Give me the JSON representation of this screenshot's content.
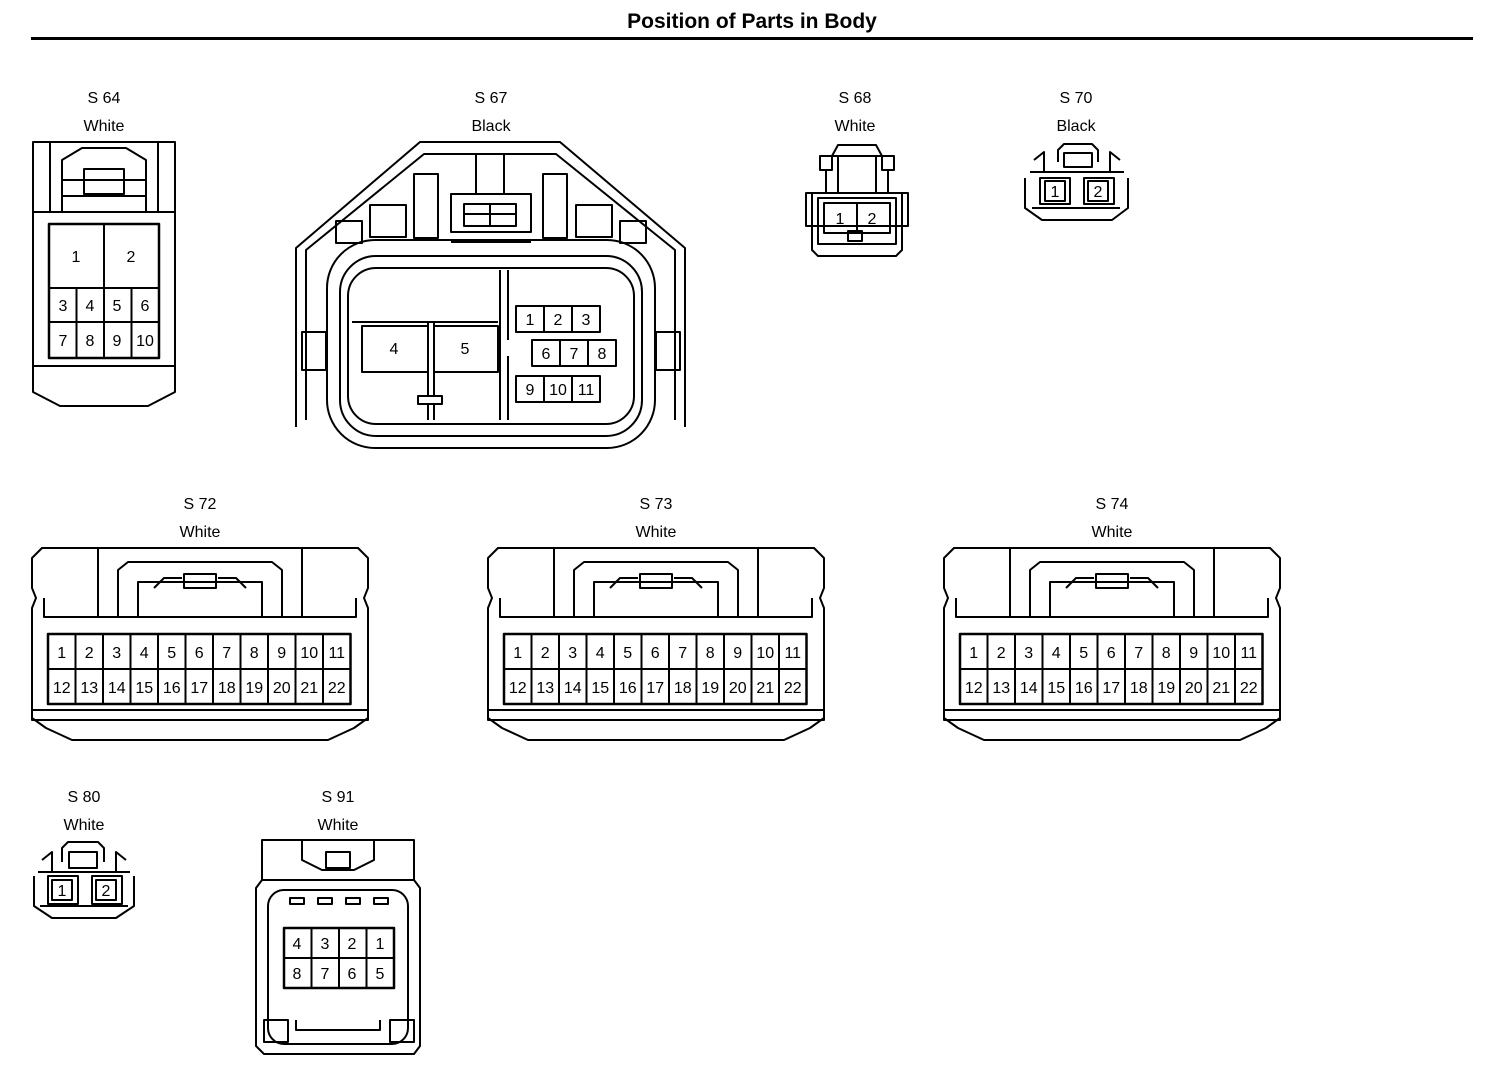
{
  "title": "Position of Parts in Body",
  "connectors": [
    {
      "id": "s64",
      "code": "S 64",
      "color": "White",
      "pins": [
        "1",
        "2",
        "3",
        "4",
        "5",
        "6",
        "7",
        "8",
        "9",
        "10"
      ]
    },
    {
      "id": "s67",
      "code": "S 67",
      "color": "Black",
      "pins": [
        "1",
        "2",
        "3",
        "4",
        "5",
        "6",
        "7",
        "8",
        "9",
        "10",
        "11"
      ]
    },
    {
      "id": "s68",
      "code": "S 68",
      "color": "White",
      "pins": [
        "1",
        "2"
      ]
    },
    {
      "id": "s70",
      "code": "S 70",
      "color": "Black",
      "pins": [
        "1",
        "2"
      ]
    },
    {
      "id": "s72",
      "code": "S 72",
      "color": "White",
      "pins": [
        "1",
        "2",
        "3",
        "4",
        "5",
        "6",
        "7",
        "8",
        "9",
        "10",
        "11",
        "12",
        "13",
        "14",
        "15",
        "16",
        "17",
        "18",
        "19",
        "20",
        "21",
        "22"
      ]
    },
    {
      "id": "s73",
      "code": "S 73",
      "color": "White",
      "pins": [
        "1",
        "2",
        "3",
        "4",
        "5",
        "6",
        "7",
        "8",
        "9",
        "10",
        "11",
        "12",
        "13",
        "14",
        "15",
        "16",
        "17",
        "18",
        "19",
        "20",
        "21",
        "22"
      ]
    },
    {
      "id": "s74",
      "code": "S 74",
      "color": "White",
      "pins": [
        "1",
        "2",
        "3",
        "4",
        "5",
        "6",
        "7",
        "8",
        "9",
        "10",
        "11",
        "12",
        "13",
        "14",
        "15",
        "16",
        "17",
        "18",
        "19",
        "20",
        "21",
        "22"
      ]
    },
    {
      "id": "s80",
      "code": "S 80",
      "color": "White",
      "pins": [
        "1",
        "2"
      ]
    },
    {
      "id": "s91",
      "code": "S 91",
      "color": "White",
      "pins": [
        "1",
        "2",
        "3",
        "4",
        "5",
        "6",
        "7",
        "8"
      ]
    }
  ]
}
